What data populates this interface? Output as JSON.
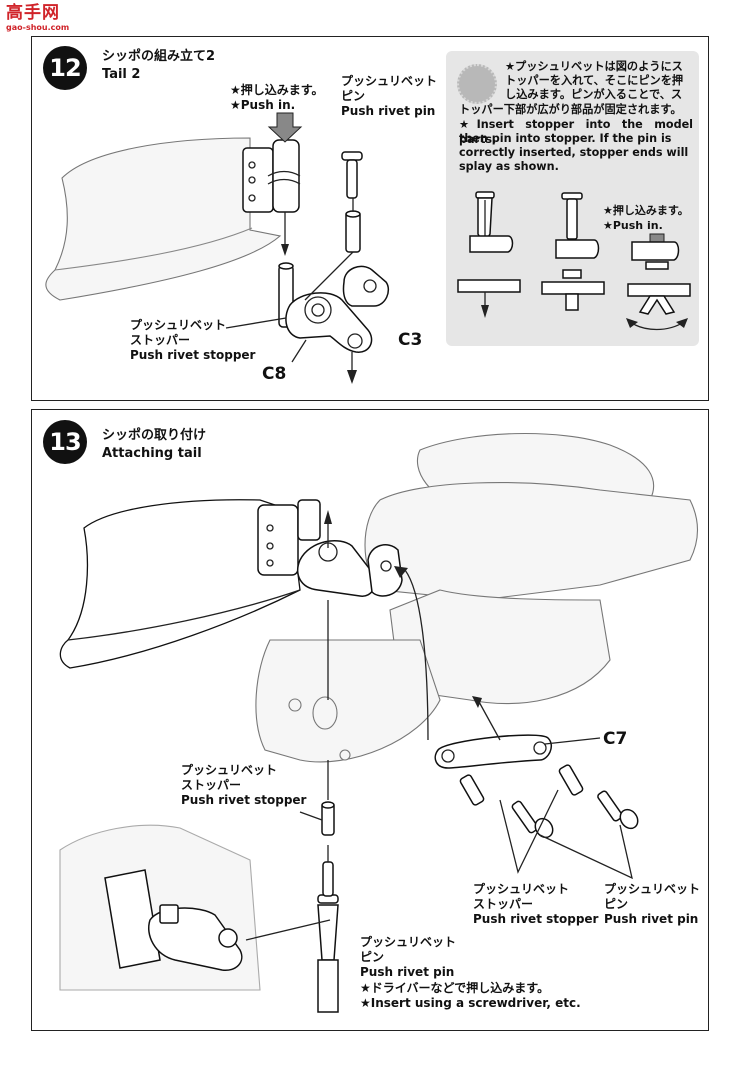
{
  "watermark": {
    "brand": "高手网",
    "url": "gao-shou.com"
  },
  "step12": {
    "number": "12",
    "title_jp": "シッポの組み立て2",
    "title_en": "Tail 2",
    "push_in_jp": "★押し込みます。",
    "push_in_en": "★Push in.",
    "pin_jp1": "プッシュリベット",
    "pin_jp2": "ピン",
    "pin_en": "Push rivet pin",
    "stopper_jp1": "プッシュリベット",
    "stopper_jp2": "ストッパー",
    "stopper_en": "Push rivet stopper",
    "part_c3": "C3",
    "part_c8": "C8",
    "note": {
      "jp1": "★プッシュリベットは図のようにス",
      "jp2": "トッパーを入れて、そこにピンを押",
      "jp3": "し込みます。ピンが入ることで、ス",
      "jp4": "トッパー下部が広がり部品が固定されます。",
      "en1": "★Insert stopper into the model parts,",
      "en2": "then pin into stopper. If the pin is",
      "en3": "correctly inserted, stopper ends will",
      "en4": "splay as shown.",
      "push_in_jp": "★押し込みます。",
      "push_in_en": "★Push in."
    }
  },
  "step13": {
    "number": "13",
    "title_jp": "シッポの取り付け",
    "title_en": "Attaching tail",
    "part_c7": "C7",
    "stopper_left_jp1": "プッシュリベット",
    "stopper_left_jp2": "ストッパー",
    "stopper_left_en": "Push rivet stopper",
    "stopper_right_jp1": "プッシュリベット",
    "stopper_right_jp2": "ストッパー",
    "stopper_right_en": "Push rivet stopper",
    "pin_right_jp1": "プッシュリベット",
    "pin_right_jp2": "ピン",
    "pin_right_en": "Push rivet pin",
    "pin_bottom_jp1": "プッシュリベット",
    "pin_bottom_jp2": "ピン",
    "pin_bottom_en": "Push rivet pin",
    "driver_jp": "★ドライバーなどで押し込みます。",
    "driver_en": "★Insert using a screwdriver, etc."
  }
}
